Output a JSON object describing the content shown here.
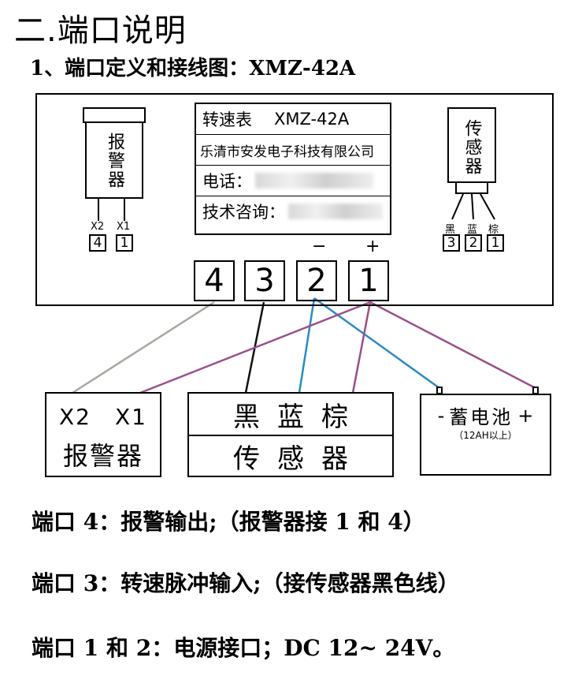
{
  "section_title": "二.端口说明",
  "subtitle": "1、端口定义和接线图：XMZ-42A",
  "plate": {
    "row1_name": "转速表",
    "row1_model": "XMZ-42A",
    "row2": "乐清市安发电子科技有限公司",
    "row3_label": "电话：",
    "row4_label": "技术咨询："
  },
  "alarm_device": {
    "label": "报警器",
    "pins": [
      "X2",
      "X1"
    ],
    "terminals": [
      "4",
      "1"
    ]
  },
  "sensor_device": {
    "label": "传感器",
    "wires": [
      "黑",
      "蓝",
      "棕"
    ],
    "terminals": [
      "3",
      "2",
      "1"
    ]
  },
  "main_terminals": [
    "4",
    "3",
    "2",
    "1"
  ],
  "polarity": {
    "minus": "−",
    "plus": "+"
  },
  "alarm_box": {
    "pins": "X2　X1",
    "label": "报警器"
  },
  "sensor_box": {
    "colors": "黑蓝棕",
    "label": "传感器"
  },
  "battery_box": {
    "minus": "-",
    "label": "蓄电池",
    "plus": "+",
    "note": "（12AH以上）"
  },
  "wire_colors": {
    "gray": "#aaa89f",
    "black": "#111111",
    "blue": "#2a8bc0",
    "purple": "#9a4f8a"
  },
  "notes": [
    "端口 4：报警输出;（报警器接 1 和 4）",
    "端口 3：转速脉冲输入;（接传感器黑色线）",
    "端口 1 和 2：电源接口；DC 12~ 24V。"
  ]
}
